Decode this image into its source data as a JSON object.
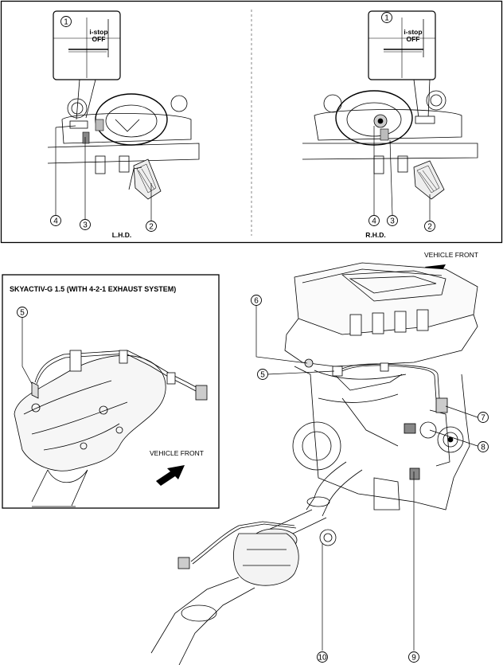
{
  "top_panel": {
    "lhd": {
      "inset": {
        "callout": "1",
        "switch_line1": "i-stop",
        "switch_line2": "OFF"
      },
      "callouts": {
        "c4": "4",
        "c3": "3",
        "c2": "2"
      },
      "caption": "L.H.D."
    },
    "rhd": {
      "inset": {
        "callout": "1",
        "switch_line1": "i-stop",
        "switch_line2": "OFF"
      },
      "callouts": {
        "c4": "4",
        "c3": "3",
        "c2": "2"
      },
      "caption": "R.H.D."
    }
  },
  "inset_panel": {
    "title": "SKYACTIV-G 1.5 (WITH 4-2-1 EXHAUST SYSTEM)",
    "callout": "5",
    "vehicle_front": "VEHICLE FRONT"
  },
  "engine_view": {
    "vehicle_front": "VEHICLE FRONT",
    "callouts": {
      "c6": "6",
      "c5": "5",
      "c7": "7",
      "c8": "8",
      "c9": "9",
      "c10": "10"
    }
  }
}
